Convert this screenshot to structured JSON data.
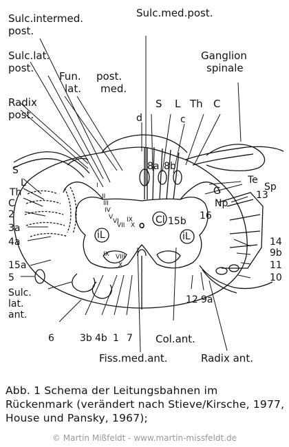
{
  "labels": {
    "sulc_intermed_post": "Sulc.intermed.",
    "sulc_intermed_post_2": "post.",
    "sulc_med_post": "Sulc.med.post.",
    "sulc_lat_post": "Sulc.lat.",
    "sulc_lat_post_2": "post.",
    "ganglion": "Ganglion",
    "spinale": "spinale",
    "fun_post": "Fun.",
    "fun_post_lat": "lat.",
    "post": "post.",
    "med": "med.",
    "radix_post": "Radix",
    "radix_post_2": "post.",
    "d": "d",
    "S_top": "S",
    "L_top": "L",
    "Th_top": "Th",
    "C_top": "C",
    "c": "c",
    "8a": "8a",
    "8b": "8b",
    "S_left": "S",
    "L_left": "L",
    "Th_left": "Th",
    "C_left": "C",
    "n2": "2",
    "n3a": "3a",
    "n4a": "4a",
    "n15a": "15a",
    "n5": "5",
    "sulc_lat_ant": "Sulc.",
    "sulc_lat_ant_2": "lat.",
    "sulc_lat_ant_3": "ant.",
    "Te": "Te",
    "Sp": "Sp",
    "G": "G",
    "Np": "Np",
    "n13": "13",
    "n16": "16",
    "n15b": "15b",
    "Cl": "Cl",
    "iL_left": "iL",
    "iL_right": "iL",
    "n14": "14",
    "n9b": "9b",
    "n11": "11",
    "n10": "10",
    "I": "I",
    "II": "II",
    "III": "III",
    "IV": "IV",
    "V": "V",
    "VI": "VI",
    "VII": "VII",
    "IX": "IX",
    "X": "X",
    "VIII": "VIII",
    "IX_low": "IX",
    "X_low": "X",
    "o": "o",
    "n6": "6",
    "n3b": "3b",
    "n4b": "4b",
    "n1": "1",
    "n7": "7",
    "col_ant": "Col.ant.",
    "n12": "12",
    "n9a": "9a",
    "fiss_med_ant": "Fiss.med.ant.",
    "radix_ant": "Radix ant."
  },
  "caption": "Abb. 1 Schema der Leitungsbahnen im Rückenmark (verändert nach Stieve/Kirsche, 1977, House und Pansky, 1967);",
  "copyright": "© Martin Mißfeldt - www.martin-missfeldt.de"
}
